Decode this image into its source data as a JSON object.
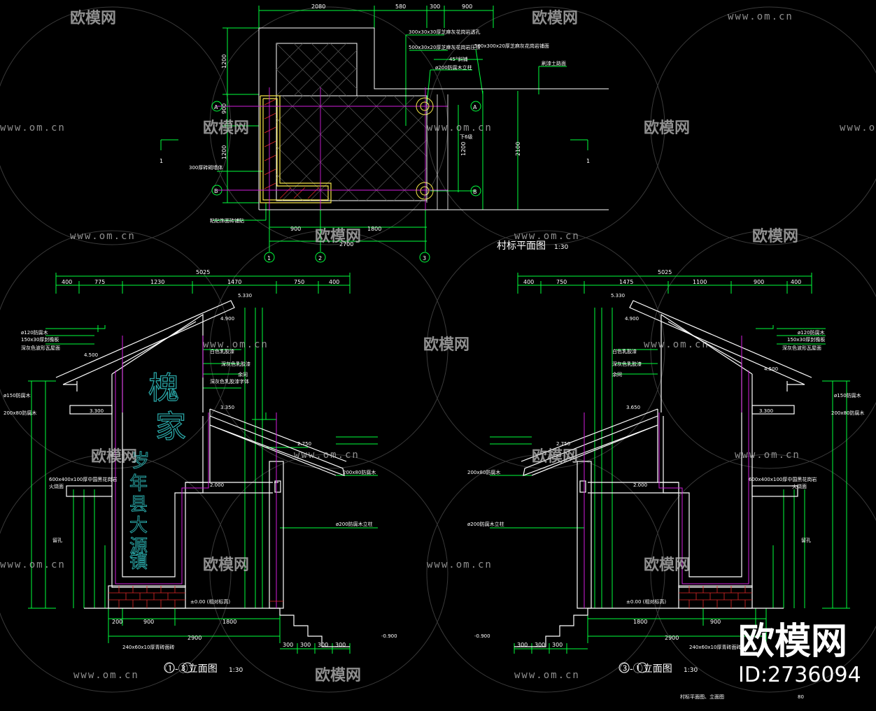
{
  "plan": {
    "title": "村标平面图",
    "scale": "1:30",
    "dims_top": [
      "2080",
      "580",
      "300",
      "900"
    ],
    "dims_left": [
      "1200",
      "900",
      "1200"
    ],
    "dims_right": [
      "1200",
      "2100"
    ],
    "dims_bottom": [
      "900",
      "1800",
      "2700"
    ],
    "axis_labels": [
      "1",
      "2",
      "3"
    ],
    "axis_row_labels": [
      "A",
      "B"
    ],
    "section_mark": "1",
    "notes": [
      "300x30x30厚芝麻灰花岗岩透孔",
      "500x30x20厚芝麻灰花岗岩压顶",
      "45°斜铺",
      "ø200防腐木立柱",
      "500x300x20厚芝麻灰花岗岩铺面",
      "刷漆土路面",
      "300厚砖砌墙体",
      "粘贴饰面砖铺贴",
      "下6级"
    ]
  },
  "elev1": {
    "title": "①-③立面图",
    "scale": "1:30",
    "dims_top_total": "5025",
    "dims_top": [
      "400",
      "775",
      "1230",
      "1470",
      "750",
      "400"
    ],
    "levels": [
      "5.330",
      "4.900",
      "4.500",
      "3.300",
      "3.350",
      "2.750",
      "2.000",
      "±0.00 (相对标高)",
      "-0.900"
    ],
    "dims_bottom": [
      "200",
      "900",
      "1800",
      "2900"
    ],
    "steps": [
      "300",
      "300",
      "300",
      "300"
    ],
    "notes": [
      "ø120防腐木",
      "150x30厚封檐板",
      "深灰色波形瓦屋面",
      "白色乳胶漆",
      "深灰色乳胶漆",
      "深灰色乳胶漆字体",
      "余同",
      "ø150防腐木",
      "200x80防腐木",
      "600x400x100厚中国黑花岗岩",
      "火烧面",
      "留孔",
      "240x60x10厚青砖面砖",
      "ø200防腐木立柱",
      "200x80防腐木"
    ],
    "signboard": [
      "槐",
      "家"
    ],
    "signboard_small": [
      "岁",
      "年",
      "县",
      "大",
      "源",
      "镇"
    ]
  },
  "elev2": {
    "title": "③-①立面图",
    "scale": "1:30",
    "dims_top_total": "5025",
    "dims_top": [
      "400",
      "750",
      "1475",
      "1100",
      "900",
      "400"
    ],
    "levels": [
      "5.330",
      "4.900",
      "4.500",
      "3.300",
      "3.650",
      "2.750",
      "2.000",
      "±0.00 (相对标高)",
      "-0.900"
    ],
    "dims_bottom": [
      "300",
      "300",
      "300",
      "1800",
      "900",
      "2900"
    ]
  },
  "footer": {
    "caption": "村标平面图、立面图",
    "sheet": "80"
  },
  "watermark": {
    "brand": "欧模网",
    "url": "www.om.cn",
    "big_brand": "欧模网",
    "id": "ID:2736094"
  },
  "colors": {
    "line_white": "#ffffff",
    "line_green": "#00ff3c",
    "line_yellow": "#f5e64a",
    "line_magenta": "#d21edc",
    "line_red": "#e02828",
    "line_cyan": "#29a3a3",
    "watermark": "#bfbfbf",
    "background": "#000000"
  }
}
